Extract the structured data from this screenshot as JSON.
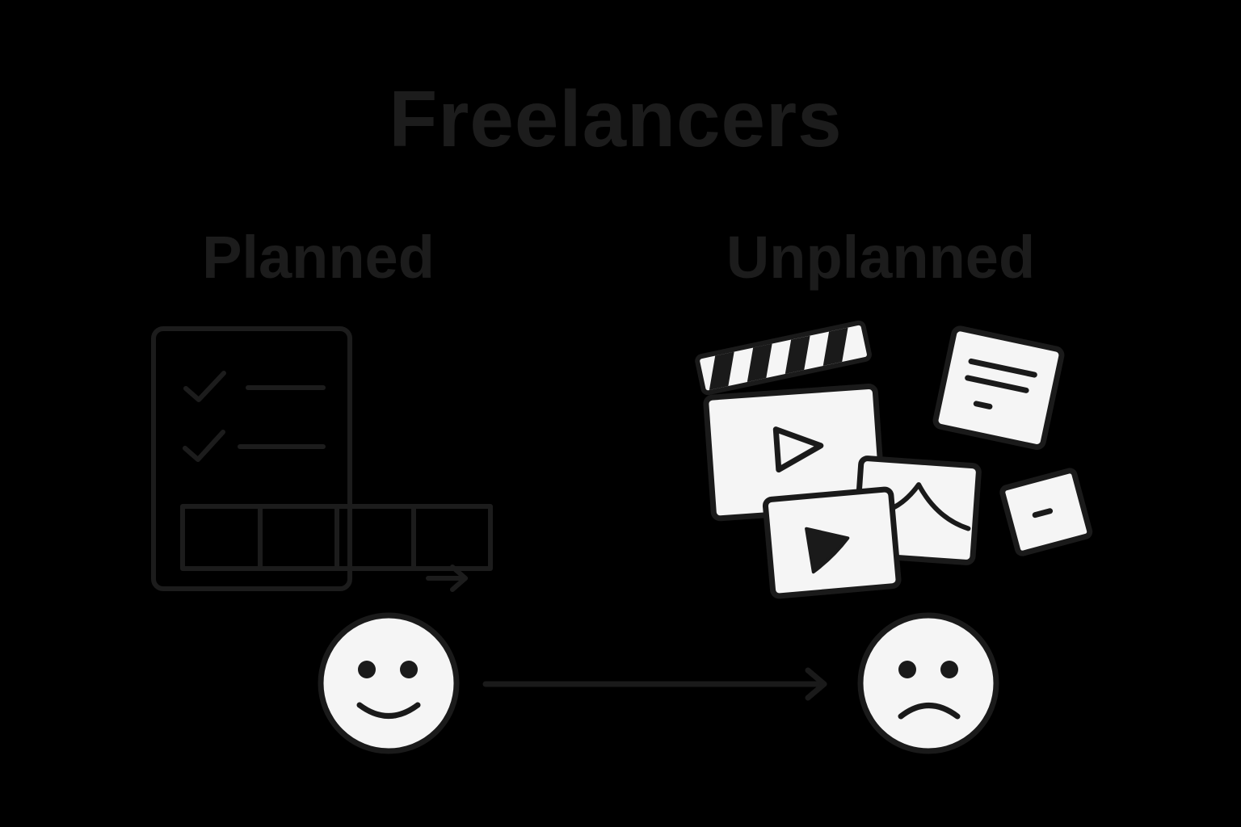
{
  "title": "Freelancers",
  "labels": {
    "left": "Planned",
    "right": "Unplanned"
  },
  "icons": {
    "planned": "checklist-timeline-icon",
    "unplanned": "scattered-media-icon",
    "happy": "happy-face-icon",
    "sad": "sad-face-icon",
    "arrow": "arrow-right-icon"
  },
  "colors": {
    "background": "#000000",
    "text": "#1c1c1c",
    "planned_stroke": "#1c1c1c",
    "icon_fill": "#f5f5f5",
    "icon_stroke": "#1a1a1a"
  }
}
